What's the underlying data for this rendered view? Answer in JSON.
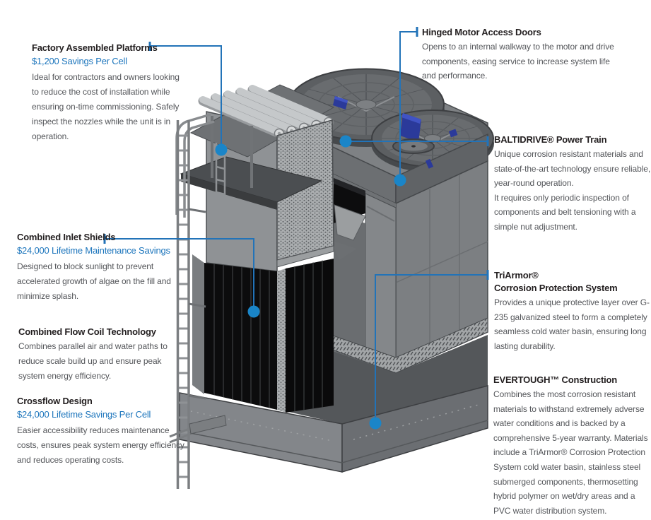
{
  "colors": {
    "accent_blue": "#1c75bc",
    "leader_line_blue": "#2273b8",
    "dot_blue": "#1a85c8",
    "heading_black": "#231f20",
    "body_gray": "#54565a"
  },
  "callouts": {
    "left": [
      {
        "title": "Factory Assembled Platforms",
        "savings": "$1,200 Savings Per Cell",
        "body": "Ideal for contractors and owners looking to reduce the cost of installation while ensuring on-time commissioning. Safely inspect the nozzles while the unit is in operation."
      },
      {
        "title": "Combined Inlet Shields",
        "savings": "$24,000 Lifetime Maintenance Savings",
        "body": "Designed to block sunlight to prevent accelerated growth of algae on the fill and minimize splash."
      },
      {
        "title": "Combined Flow Coil Technology",
        "savings": "",
        "body": "Combines parallel air and water paths to reduce scale build up and ensure peak system energy efficiency."
      },
      {
        "title": "Crossflow Design",
        "savings": "$24,000 Lifetime Savings Per Cell",
        "body": "Easier accessibility reduces maintenance costs, ensures peak system energy efficiency and reduces operating costs."
      }
    ],
    "right": [
      {
        "title": "Hinged Motor Access Doors",
        "savings": "",
        "body": "Opens to an internal walkway to the motor and drive components, easing service to increase system life and performance."
      },
      {
        "title": "BALTIDRIVE® Power Train",
        "savings": "",
        "body": "Unique corrosion resistant materials and state-of-the-art technology ensure reliable, year-round operation.\nIt requires only periodic inspection of components and belt tensioning with a simple nut adjustment."
      },
      {
        "title": "TriArmor®",
        "title2": "Corrosion Protection System",
        "savings": "",
        "body": "Provides a unique protective layer over G-235 galvanized steel to form a completely seamless cold water basin, ensuring long lasting durability."
      },
      {
        "title": "EVERTOUGH™ Construction",
        "savings": "",
        "body": "Combines the most corrosion resistant materials to withstand extremely adverse water conditions and is backed by a comprehensive 5-year warranty. Materials include a TriArmor® Corrosion Protection System cold water basin, stainless steel submerged components, thermosetting hybrid polymer on wet/dry areas and a PVC water distribution system."
      }
    ]
  }
}
